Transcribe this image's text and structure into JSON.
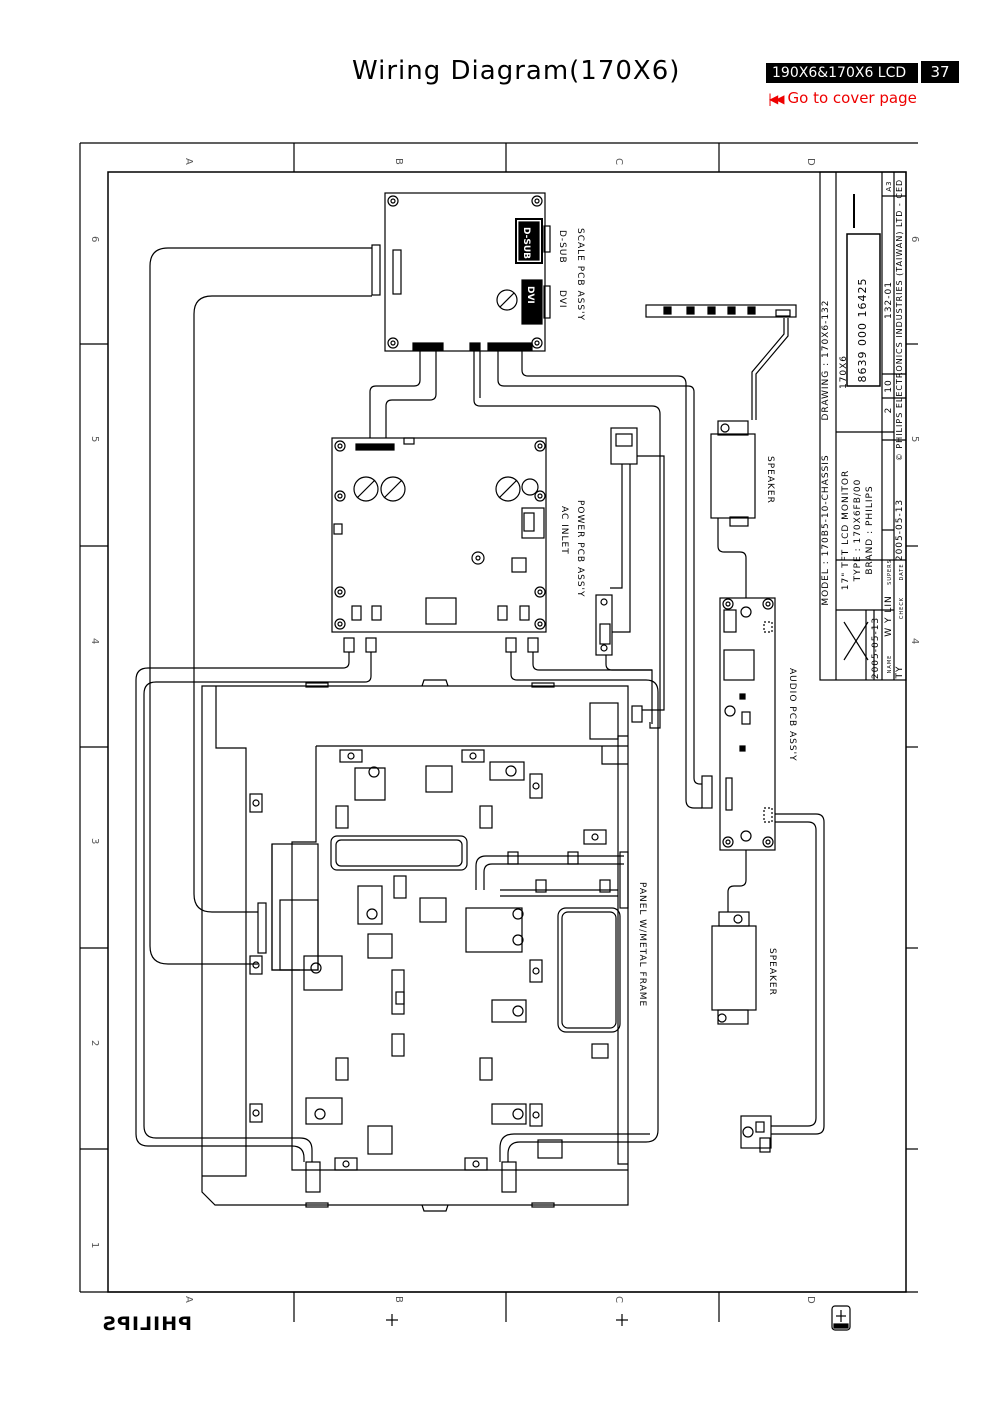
{
  "header": {
    "title": "Wiring Diagram(170X6)",
    "model_badge": "190X6&170X6 LCD",
    "page_number": "37",
    "cover_link": "Go to cover page"
  },
  "grid": {
    "columns": [
      "A",
      "B",
      "C",
      "D"
    ],
    "rows": [
      "6",
      "5",
      "4",
      "3",
      "2",
      "1"
    ]
  },
  "components": {
    "scale_pcb": "SCALE PCB ASS'Y",
    "dsub": "D-SUB",
    "dvi": "DVI",
    "dsub_conn": "D-SUB",
    "dvi_conn": "DVI",
    "power_pcb": "POWER PCB ASS'Y",
    "ac_inlet": "AC INLET",
    "speaker_top": "SPEAKER",
    "speaker_bottom": "SPEAKER",
    "audio_pcb": "AUDIO PCB ASS'Y",
    "panel": "PANEL W/METAL FRAME"
  },
  "title_block": {
    "model": "MODEL : 170B5-10-CHASSIS",
    "drawing": "DRAWING : 170X6-132",
    "desc1": "17\" TFT LCD MONITOR",
    "desc2": "TYPE : 170X6FB/00",
    "desc3": "BRAND : PHILIPS",
    "part_name": "170X6",
    "part_no": "8639 000 16425",
    "sheet": "132-01",
    "size": "A3",
    "rev_a": "2",
    "rev_b": "10",
    "date1": "2005-05-13",
    "date2": "2005-05-13",
    "drawn_by": "W Y LIN",
    "init": "TY",
    "lbl_name": "NAME",
    "lbl_check": "CHECK",
    "lbl_supers": "SUPERS",
    "lbl_date": "DATE",
    "company": "© PHILIPS ELECTRONICS INDUSTRIES (TAIWAN) LTD - CED",
    "rev_mark_1": "4",
    "rev_mark_2": "5",
    "rev_mark_3": "6"
  },
  "brand": {
    "logo": "PHILIPS"
  }
}
